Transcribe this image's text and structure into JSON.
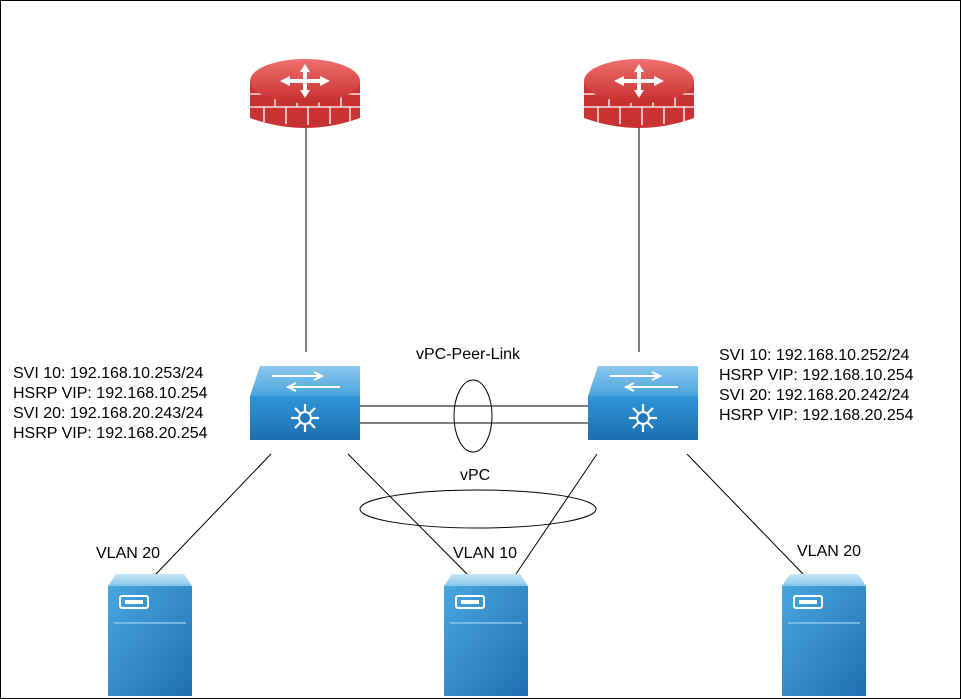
{
  "colors": {
    "firewall_red": "#d03a3a",
    "firewall_dark": "#9e1e1e",
    "switch_blue": "#2b8fd3",
    "switch_dark": "#1c6aa8",
    "server_blue": "#3a95d5",
    "line": "#000000"
  },
  "icons": {
    "firewall": "firewall-router-icon",
    "switch": "nexus-switch-icon",
    "server": "server-icon"
  },
  "labels": {
    "peer_link": "vPC-Peer-Link",
    "vpc": "vPC"
  },
  "left_switch": {
    "lines": [
      "SVI 10: 192.168.10.253/24",
      "HSRP VIP: 192.168.10.254",
      "SVI 20: 192.168.20.243/24",
      "HSRP VIP: 192.168.20.254"
    ]
  },
  "right_switch": {
    "lines": [
      "SVI 10: 192.168.10.252/24",
      "HSRP VIP: 192.168.10.254",
      "SVI 20: 192.168.20.242/24",
      "HSRP VIP: 192.168.20.254"
    ]
  },
  "servers": [
    {
      "vlan": "VLAN 20"
    },
    {
      "vlan": "VLAN 10"
    },
    {
      "vlan": "VLAN 20"
    }
  ]
}
